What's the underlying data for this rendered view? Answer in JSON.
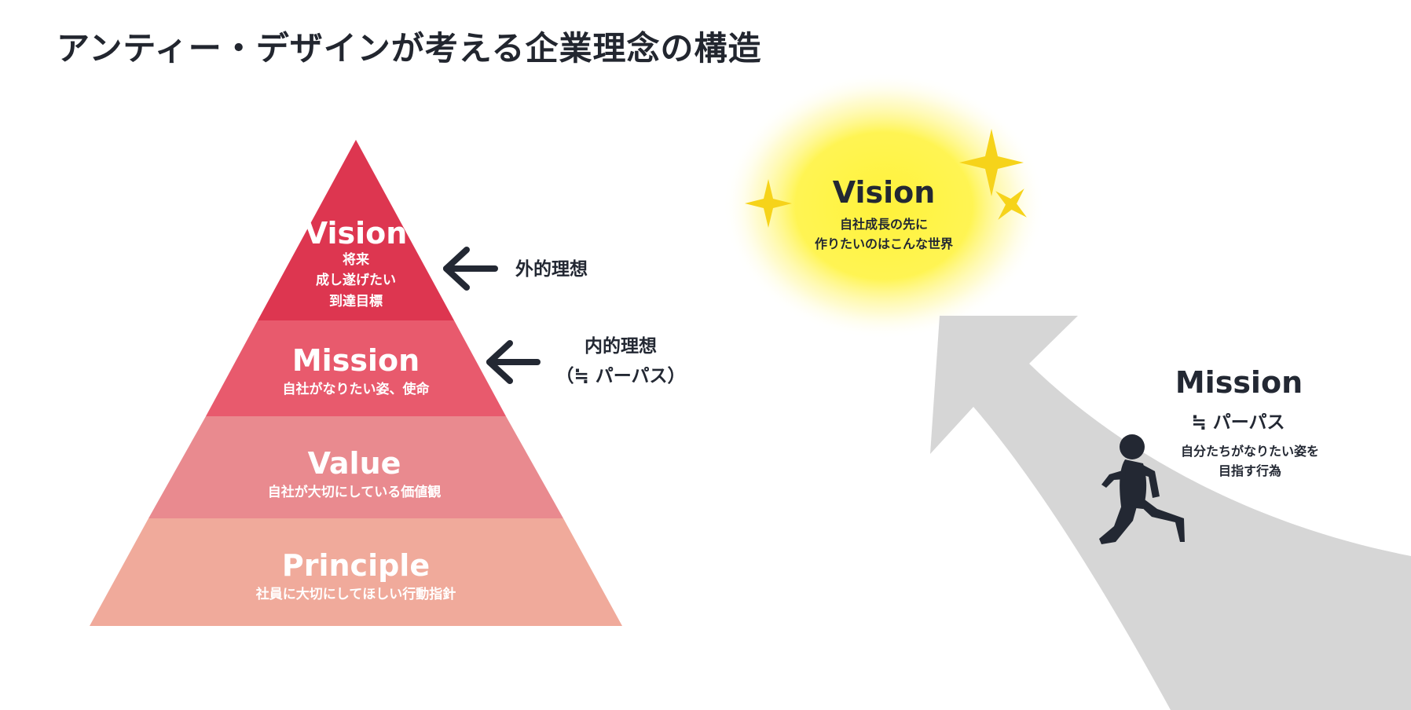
{
  "title": "アンティー・デザインが考える企業理念の構造",
  "colors": {
    "vision": "#dd3650",
    "mission": "#e85a6d",
    "value": "#e98a8f",
    "principle": "#f0aa9b",
    "dark": "#232833",
    "glow": "#fff23a",
    "star": "#f6d31a",
    "road": "#d6d6d6"
  },
  "pyramid": {
    "vision": {
      "label": "Vision",
      "desc": [
        "将来",
        "成し遂げたい",
        "到達目標"
      ]
    },
    "mission": {
      "label": "Mission",
      "desc": [
        "自社がなりたい姿、使命"
      ]
    },
    "value": {
      "label": "Value",
      "desc": [
        "自社が大切にしている価値観"
      ]
    },
    "principle": {
      "label": "Principle",
      "desc": [
        "社員に大切にしてほしい行動指針"
      ]
    }
  },
  "arrows": {
    "external": {
      "icon": "arrow-left-icon",
      "label": "外的理想"
    },
    "internal": {
      "icon": "arrow-left-icon",
      "lines": [
        "内的理想",
        "（≒ パーパス）"
      ]
    }
  },
  "metaphor": {
    "vision": {
      "label": "Vision",
      "desc": [
        "自社成長の先に",
        "作りたいのはこんな世界"
      ]
    },
    "mission": {
      "label": "Mission",
      "sub": "≒ パーパス",
      "desc": [
        "自分たちがなりたい姿を",
        "目指す行為"
      ]
    },
    "icons": [
      "sparkle-icon",
      "running-person-icon",
      "curved-arrow-road-icon"
    ]
  }
}
